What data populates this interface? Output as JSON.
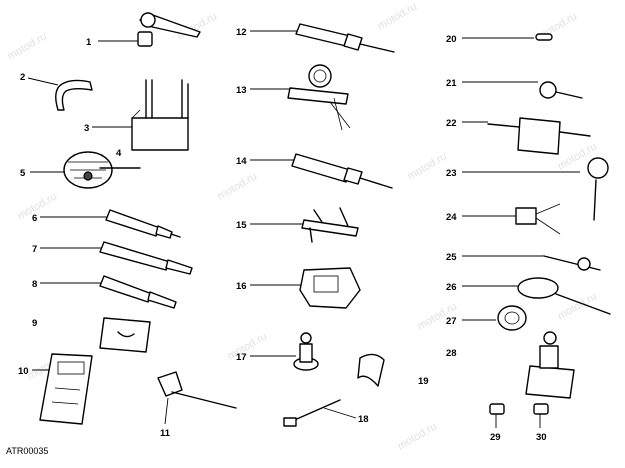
{
  "labels": [
    "1",
    "2",
    "3",
    "4",
    "5",
    "6",
    "7",
    "8",
    "9",
    "10",
    "11",
    "12",
    "13",
    "14",
    "15",
    "16",
    "17",
    "18",
    "19",
    "20",
    "21",
    "22",
    "23",
    "24",
    "25",
    "26",
    "27",
    "28",
    "29",
    "30"
  ],
  "code": "ATR00035",
  "watermark": "motod.ru"
}
